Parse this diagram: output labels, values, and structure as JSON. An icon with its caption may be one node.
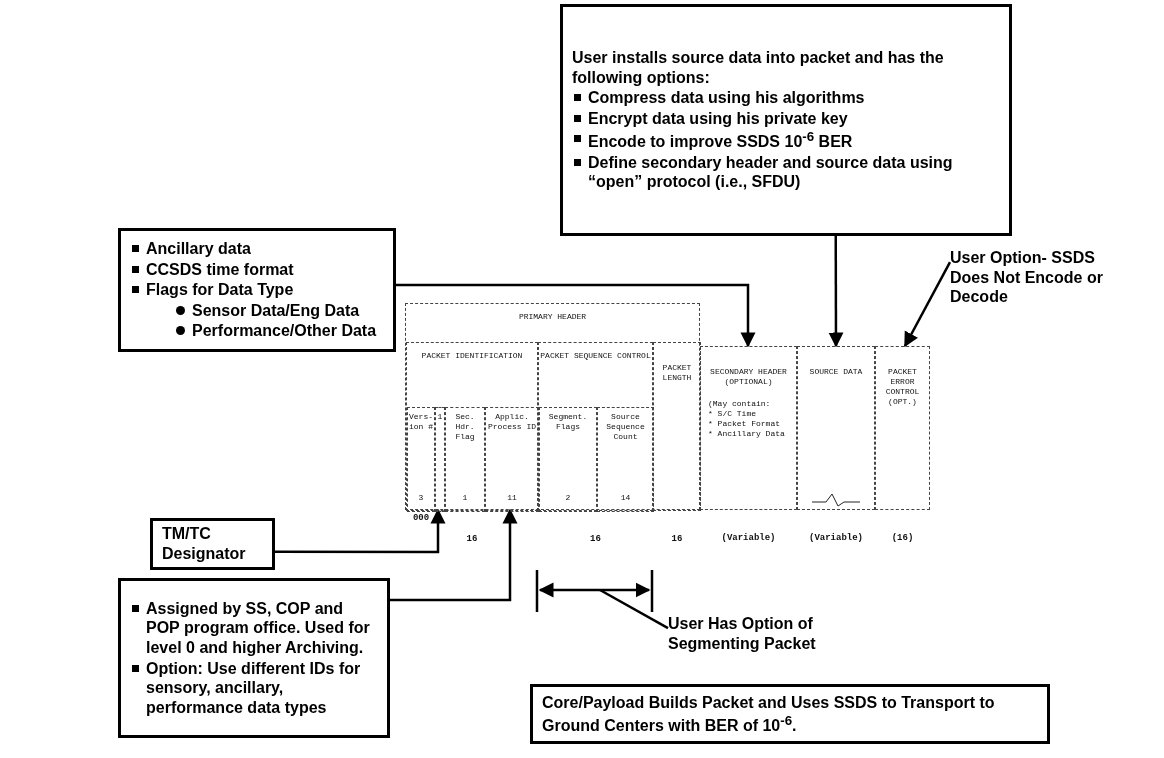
{
  "diagram": {
    "nodes": [
      {
        "text": [
          "User installs source data into packet and has the following options:",
          "Compress data using his algorithms",
          "Encrypt data using his private key",
          "Encode to improve SSDS 10$^{-6}$ BER",
          "Define secondary header and source data using “open” protocol (i.e., SFDU)"
        ]
      },
      {
        "text": [
          "Ancillary data",
          "CCSDS time format",
          "Flags for Data Type",
          "Sensor Data/Eng Data",
          "Performance/Other Data"
        ]
      },
      {
        "text": [
          "User Option- SSDS Does Not Encode or Decode"
        ]
      },
      {
        "text": [
          "TM/TC Designator"
        ]
      },
      {
        "text": [
          "Assigned by SS, COP and POP program office. Used for level 0 and higher Archiving.",
          "Option: Use different IDs for sensory, ancillary, performance data types"
        ]
      },
      {
        "text": [
          "User Has Option of Segmenting Packet"
        ]
      },
      {
        "text": [
          "Core/Payload Builds Packet and Uses SSDS to Transport to Ground Centers with BER of 10$^{-6}$."
        ]
      },
      {
        "text": [
          "PRIMARY HEADER"
        ]
      },
      {
        "text": [
          "PACKET IDENTIFICATION"
        ],
        "in": 7,
        "beside": [
          "16"
        ]
      },
      {
        "text": [
          "PACKET SEQUENCE CONTROL"
        ],
        "in": 7,
        "beside": [
          "16"
        ]
      },
      {
        "text": [
          "PACKET LENGTH"
        ],
        "in": 7,
        "beside": [
          "16"
        ]
      },
      {
        "text": [
          "Vers-ion #",
          "3"
        ],
        "in": 8,
        "beside": [
          "000"
        ]
      },
      {
        "text": [
          "1"
        ],
        "in": 8
      },
      {
        "text": [
          "Sec. Hdr. Flag",
          "1"
        ],
        "in": 8
      },
      {
        "text": [
          "Applic. Process ID",
          "11"
        ],
        "in": 8
      },
      {
        "text": [
          "Segment. Flags",
          "2"
        ],
        "in": 9
      },
      {
        "text": [
          "Source Sequence Count",
          "14"
        ],
        "in": 9
      },
      {
        "text": [
          "SECONDARY HEADER (OPTIONAL)",
          "(May contain:",
          "* S/C Time",
          "* Packet Format",
          "* Ancillary Data"
        ],
        "beside": [
          "(Variable)"
        ]
      },
      {
        "text": [
          "SOURCE DATA"
        ],
        "beside": [
          "(Variable)"
        ]
      },
      {
        "text": [
          "PACKET ERROR CONTROL (OPT.)"
        ],
        "beside": [
          "(16)"
        ]
      }
    ],
    "edges": [
      {
        "from": 0,
        "to": 18,
        "arrow": "to"
      },
      {
        "from": 1,
        "to": 17,
        "arrow": "to"
      },
      {
        "from": 2,
        "to": 19,
        "arrow": "to"
      },
      {
        "from": 3,
        "to": 12,
        "arrow": "to"
      },
      {
        "from": 4,
        "to": 14,
        "arrow": "to"
      },
      {
        "from": 5,
        "to": null,
        "arrow": "none"
      }
    ]
  }
}
